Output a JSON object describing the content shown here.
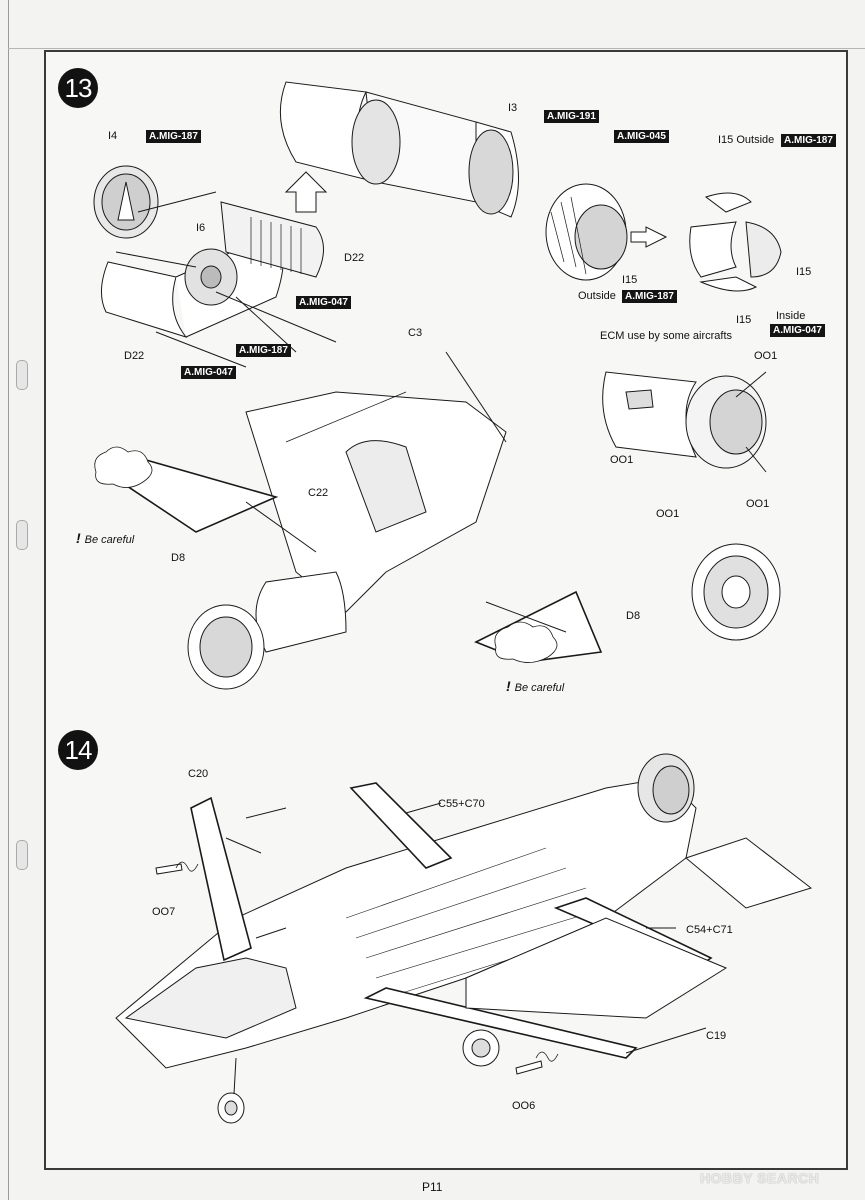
{
  "step13": {
    "number": "13",
    "labels": {
      "i4": "I4",
      "i6": "I6",
      "d22_top": "D22",
      "d22_bottom": "D22",
      "i3": "I3",
      "i15_outside_top": "I15 Outside",
      "i15_left": "I15",
      "i15_right": "I15",
      "outside": "Outside",
      "i15_bottom": "I15",
      "inside": "Inside",
      "ecm_note": "ECM use by some aircrafts",
      "c3": "C3",
      "c22": "C22",
      "d8_left": "D8",
      "d8_right": "D8",
      "oo1_a": "OO1",
      "oo1_b": "OO1",
      "oo1_c": "OO1",
      "oo1_d": "OO1"
    },
    "codes": {
      "mig187_i4": "A.MIG-187",
      "mig047_a": "A.MIG-047",
      "mig187_i6": "A.MIG-187",
      "mig047_b": "A.MIG-047",
      "mig191": "A.MIG-191",
      "mig045": "A.MIG-045",
      "mig187_i15_top": "A.MIG-187",
      "mig187_i15_bottom": "A.MIG-187",
      "mig047_inside": "A.MIG-047"
    },
    "careful_left": "Be careful",
    "careful_right": "Be careful",
    "careful_mark": "!"
  },
  "step14": {
    "number": "14",
    "labels": {
      "c20": "C20",
      "c55_c70": "C55+C70",
      "oo7": "OO7",
      "c54_c71": "C54+C71",
      "c19": "C19",
      "oo6": "OO6"
    }
  },
  "footer": {
    "page_number": "P11",
    "watermark_main": "HOBBY",
    "watermark_rest": "SEARCH"
  },
  "colors": {
    "code_background": "#141414",
    "step_circle": "#121212",
    "line_art": "#1a1a1a"
  }
}
